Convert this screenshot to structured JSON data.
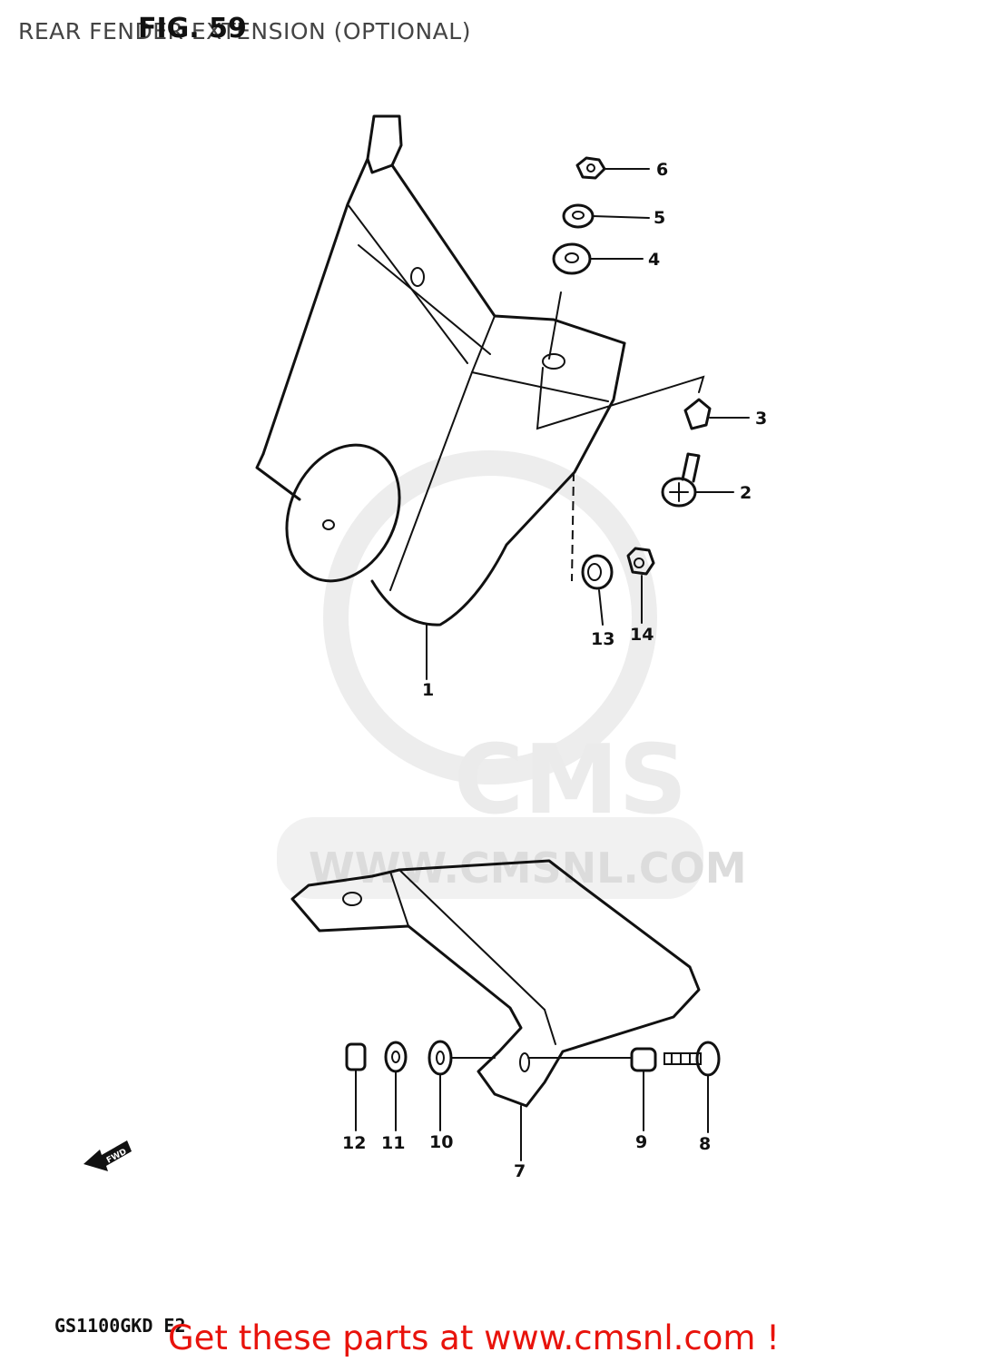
{
  "header": {
    "title": "REAR FENDER EXTENSION (OPTIONAL)",
    "figure": "FIG. 59"
  },
  "diagram": {
    "callouts": [
      "1",
      "2",
      "3",
      "4",
      "5",
      "6",
      "7",
      "8",
      "9",
      "10",
      "11",
      "12",
      "13",
      "14"
    ],
    "direction_marker": "FWD"
  },
  "watermark": {
    "brand": "CMS",
    "url": "WWW.CMSNL.COM"
  },
  "footer": {
    "model_code": "GS1100GKD E2",
    "cta": "Get these parts at www.cmsnl.com !"
  },
  "colors": {
    "cta": "#e8130c",
    "line": "#111111",
    "watermark": "#ebebeb"
  }
}
